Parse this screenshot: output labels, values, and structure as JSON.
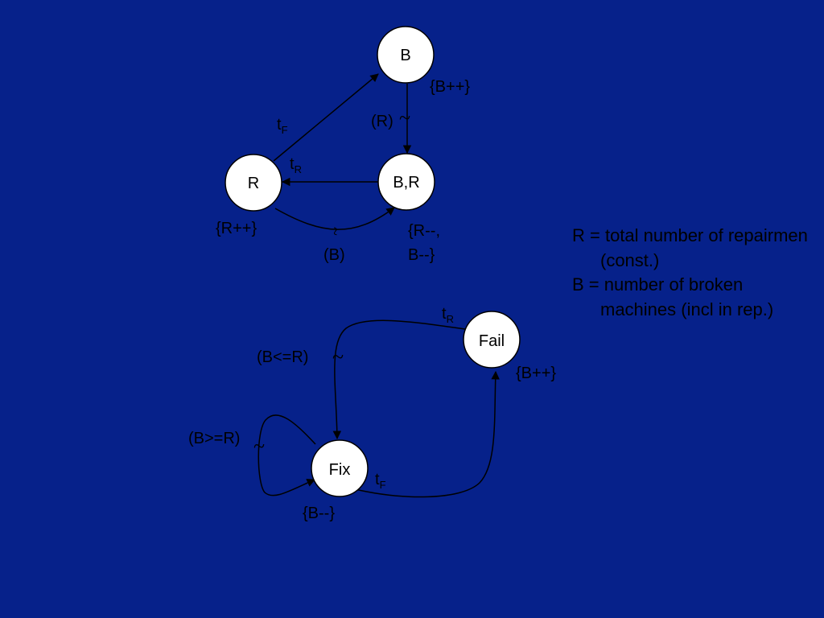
{
  "top_diagram": {
    "nodes": {
      "b": "B",
      "br": "B,R",
      "r": "R"
    },
    "labels": {
      "b_update": "{B++}",
      "r_guard": "(R)",
      "t_f_main": "t",
      "t_f_sub": "F",
      "t_r_main": "t",
      "t_r_sub": "R",
      "r_update": "{R++}",
      "b_guard": "(B)",
      "br_update_line1": "{R--,",
      "br_update_line2": "B--}",
      "tilde": "~"
    }
  },
  "bottom_diagram": {
    "nodes": {
      "fail": "Fail",
      "fix": "Fix"
    },
    "labels": {
      "t_r_main": "t",
      "t_r_sub": "R",
      "fail_update": "{B++}",
      "guard_le": "(B<=R)",
      "guard_ge": "(B>=R)",
      "t_f_main": "t",
      "t_f_sub": "F",
      "fix_update": "{B--}",
      "tilde": "~"
    }
  },
  "legend": {
    "r_def": "R = total number of repairmen (const.)",
    "b_def": "B = number of broken machines (incl in rep.)"
  },
  "colors": {
    "background": "#06218a",
    "node_fill": "#ffffff",
    "ink": "#000000"
  }
}
